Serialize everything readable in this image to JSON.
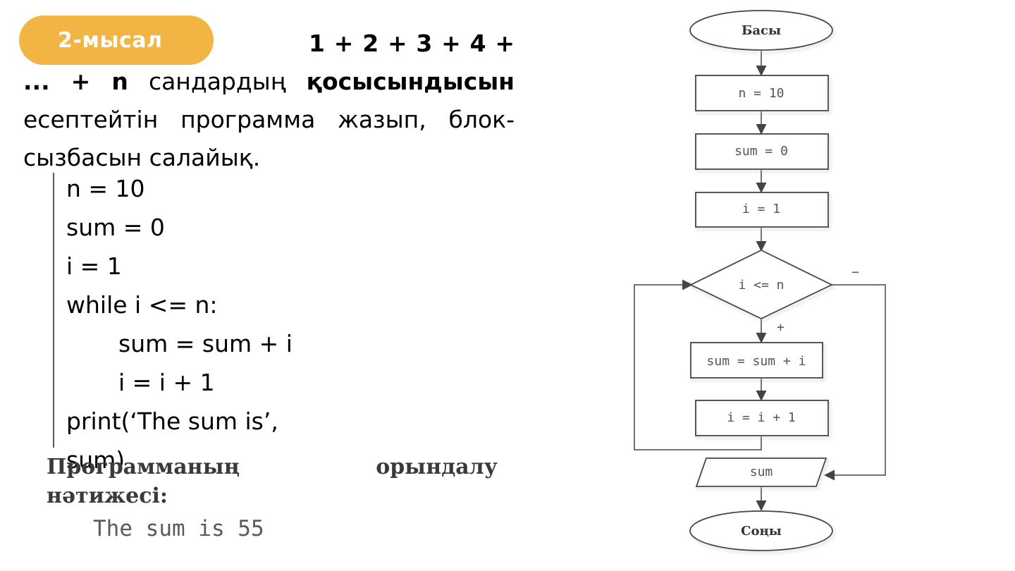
{
  "badge": {
    "label": "2-мысал"
  },
  "task": {
    "sum_expr": "1 + 2 + 3 + 4 + ... + n",
    "line1_rest": "сандардың",
    "emph": "қосысындысын",
    "line2_rest": "есептейтін",
    "line3": "программа жазып, блок-сызбасын",
    "line4": "салайық."
  },
  "code": {
    "lines": [
      "n = 10",
      "sum = 0",
      "i = 1",
      "while i <= n:",
      "sum = sum + i",
      "i = i + 1",
      "print(‘The sum is’,",
      "sum)"
    ]
  },
  "result": {
    "label_word1": "Программаның",
    "label_word2": "орындалу",
    "label_line2": "нәтижесі:",
    "output": "The sum is 55"
  },
  "flowchart": {
    "start": "Басы",
    "step1": "n = 10",
    "step2": "sum = 0",
    "step3": "i = 1",
    "condition": "i <= n",
    "yes_label": "+",
    "no_label": "−",
    "step4": "sum = sum + i",
    "step5": "i = i + 1",
    "output": "sum",
    "end": "Соңы"
  },
  "colors": {
    "badge": "#f2b544",
    "badge_text": "#ffffff"
  }
}
